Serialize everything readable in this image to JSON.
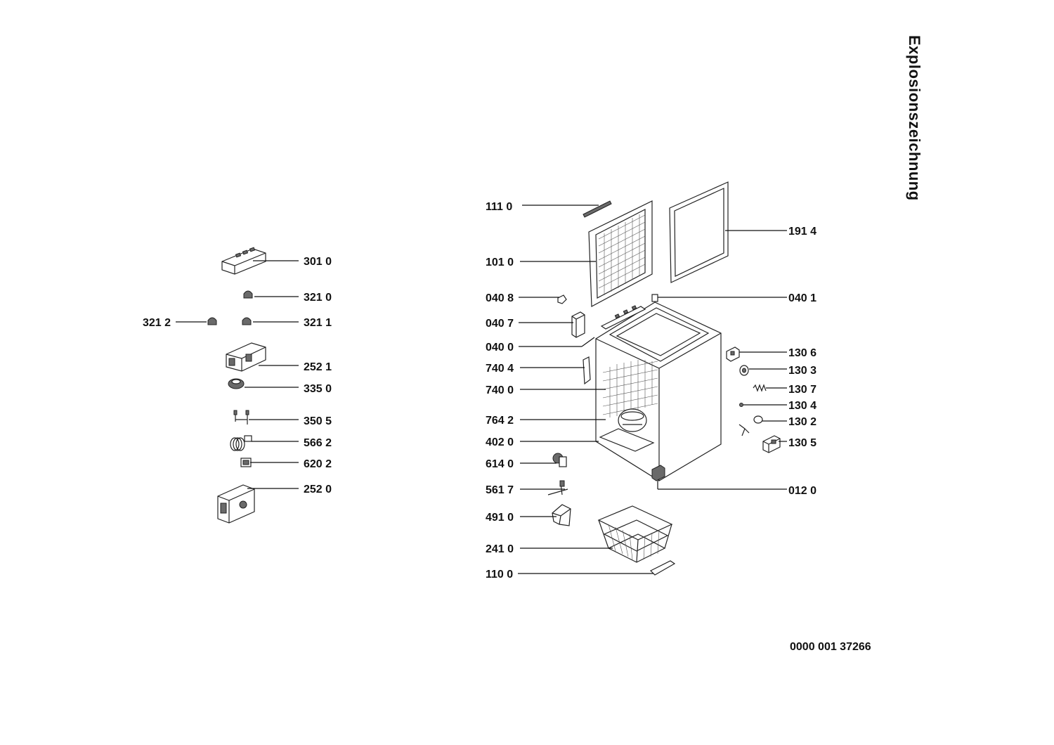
{
  "title": "Explosionszeichnung",
  "document_number": "0000 001 37266",
  "parts": {
    "p3010": "301 0",
    "p3210": "321 0",
    "p3212": "321 2",
    "p3211": "321 1",
    "p2521": "252 1",
    "p3350": "335 0",
    "p3505": "350 5",
    "p5662": "566 2",
    "p6202": "620 2",
    "p2520": "252 0",
    "p1110": "111 0",
    "p1010": "101 0",
    "p0408": "040 8",
    "p0407": "040 7",
    "p0400": "040 0",
    "p7404": "740 4",
    "p7400": "740 0",
    "p7642": "764 2",
    "p4020": "402 0",
    "p6140": "614 0",
    "p5617": "561 7",
    "p4910": "491 0",
    "p2410": "241 0",
    "p1100": "110 0",
    "p1914": "191 4",
    "p0401": "040 1",
    "p1306": "130 6",
    "p1303": "130 3",
    "p1307": "130 7",
    "p1304": "130 4",
    "p1302": "130 2",
    "p1305": "130 5",
    "p0120": "012 0"
  },
  "colors": {
    "ink": "#111111",
    "shade": "#6a6a6a",
    "background": "#ffffff"
  }
}
